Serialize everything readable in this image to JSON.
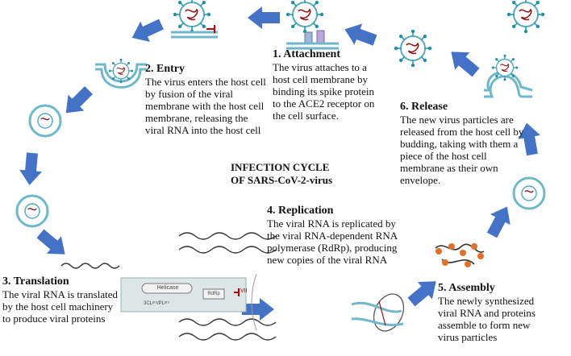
{
  "diagram": {
    "center_title_line1": "INFECTION CYCLE",
    "center_title_line2": "OF SARS-CoV-2-virus",
    "steps": [
      {
        "title": "1. Attachment",
        "text": "The virus attaches to a host cell membrane by binding its spike protein to the ACE2 receptor on the cell surface."
      },
      {
        "title": "2. Entry",
        "text": "The virus enters the host cell by fusion of the viral membrane with the host cell membrane, releasing the viral RNA into the host cell"
      },
      {
        "title": "3. Translation",
        "text": "The viral RNA is translated by the host cell machinery to produce viral proteins"
      },
      {
        "title": "4. Replication",
        "text": "The viral RNA is replicated by the viral RNA-dependent RNA polymerase (RdRp), producing new copies of the viral RNA"
      },
      {
        "title": "5. Assembly",
        "text": "The newly synthesized viral RNA and proteins assemble to form new virus particles"
      },
      {
        "title": "6. Release",
        "text": "The new virus particles are released from the host cell by budding, taking with them a piece of the host cell membrane as their own envelope."
      }
    ],
    "inset_labels": {
      "helicase": "Helicase",
      "rdrp": "RdRp",
      "protease": "3CLᵖʳᵒ/PLᵖʳᵒ",
      "inhibitor": "VII"
    },
    "colors": {
      "arrow": "#4472c4",
      "membrane": "#6fb7c9",
      "spike": "#1f8fa8",
      "rna": "#8b1a1a",
      "inhibitor": "#c00000"
    }
  }
}
